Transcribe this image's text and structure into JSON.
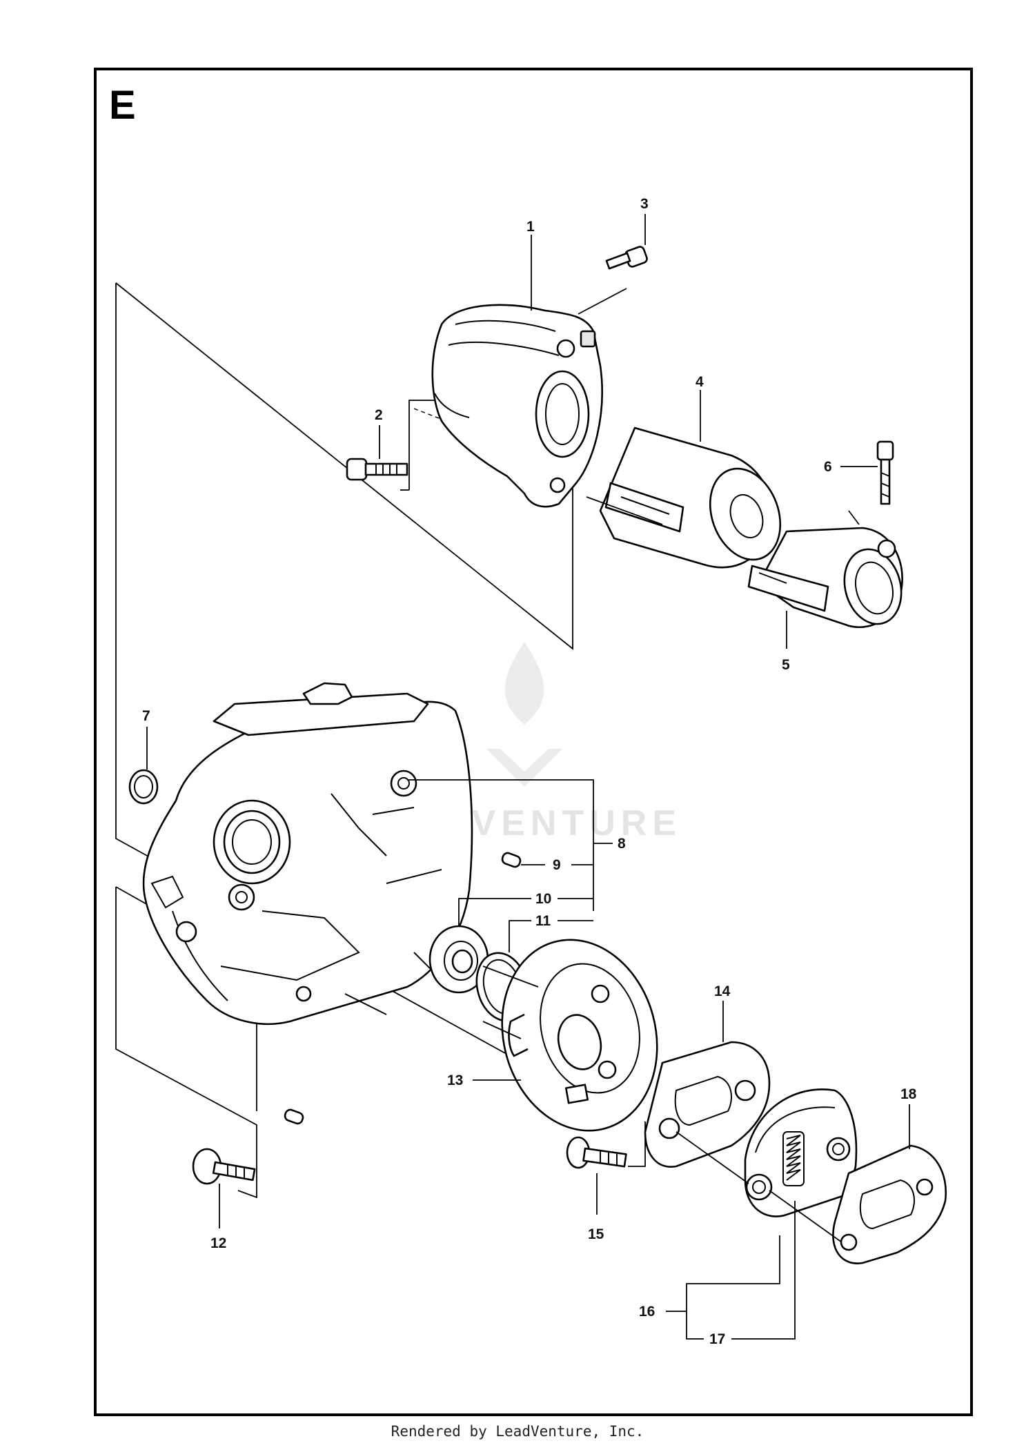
{
  "section_letter": "E",
  "watermark": "LEADVENTURE",
  "footer": "Rendered by LeadVenture, Inc.",
  "callouts": {
    "p1": "1",
    "p2": "2",
    "p3": "3",
    "p4": "4",
    "p5": "5",
    "p6": "6",
    "p7": "7",
    "p8": "8",
    "p9": "9",
    "p10": "10",
    "p11": "11",
    "p12": "12",
    "p13": "13",
    "p14": "14",
    "p15": "15",
    "p16": "16",
    "p17": "17",
    "p18": "18"
  }
}
